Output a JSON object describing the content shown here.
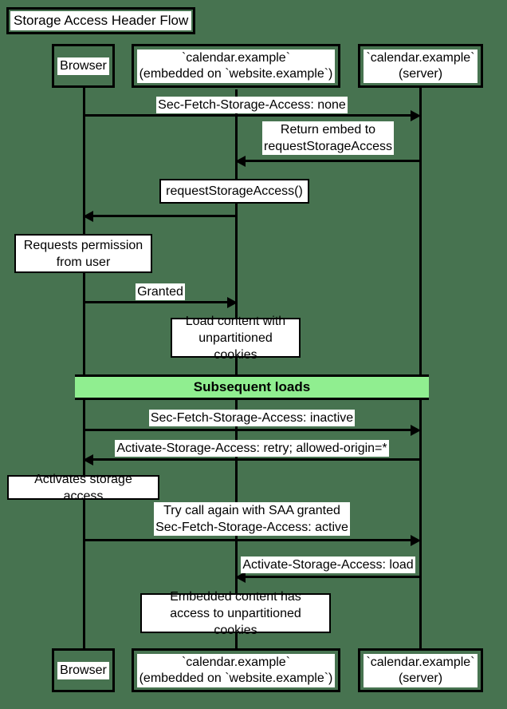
{
  "diagram": {
    "title": "Storage Access Header Flow",
    "type": "sequence-diagram",
    "background_color": "#477350",
    "divider_color": "#90EE90",
    "line_color": "#000000",
    "note_background": "#ffffff"
  },
  "participants": [
    {
      "id": "browser",
      "label": "Browser"
    },
    {
      "id": "embed",
      "label": "`calendar.example`\n(embedded on `website.example`)"
    },
    {
      "id": "server",
      "label": "`calendar.example`\n(server)"
    }
  ],
  "footer_participants": [
    {
      "id": "browser",
      "label": "Browser"
    },
    {
      "id": "embed",
      "label": "`calendar.example`\n(embedded on `website.example`)"
    },
    {
      "id": "server",
      "label": "`calendar.example`\n(server)"
    }
  ],
  "messages": [
    {
      "id": "m1",
      "from": "browser",
      "to": "server",
      "direction": "right",
      "label": "Sec-Fetch-Storage-Access: none"
    },
    {
      "id": "m2",
      "from": "server",
      "to": "embed",
      "direction": "left",
      "label": "Return embed to\nrequestStorageAccess"
    },
    {
      "id": "m3",
      "from": "embed",
      "to": "browser",
      "direction": "left",
      "label": ""
    },
    {
      "id": "m4",
      "from": "browser",
      "to": "embed",
      "direction": "right",
      "label": "Granted"
    },
    {
      "id": "m5",
      "from": "browser",
      "to": "server",
      "direction": "right",
      "label": "Sec-Fetch-Storage-Access: inactive"
    },
    {
      "id": "m6",
      "from": "server",
      "to": "browser",
      "direction": "left",
      "label": "Activate-Storage-Access: retry; allowed-origin=*"
    },
    {
      "id": "m7",
      "from": "browser",
      "to": "server",
      "direction": "right",
      "label": "Try call again with SAA granted\nSec-Fetch-Storage-Access: active"
    },
    {
      "id": "m8",
      "from": "server",
      "to": "embed",
      "direction": "left",
      "label": "Activate-Storage-Access: load"
    }
  ],
  "notes": [
    {
      "id": "n1",
      "over": "embed",
      "text": "requestStorageAccess()"
    },
    {
      "id": "n2",
      "over": "browser",
      "text": "Requests permission\nfrom user"
    },
    {
      "id": "n3",
      "over": "embed",
      "text": "Load content with\nunpartitioned cookies"
    },
    {
      "id": "n4",
      "over": "browser",
      "text": "Activates storage access"
    },
    {
      "id": "n5",
      "over": "embed",
      "text": "Embedded content has\naccess to unpartitioned cookies"
    }
  ],
  "dividers": [
    {
      "id": "d1",
      "label": "Subsequent loads"
    }
  ]
}
